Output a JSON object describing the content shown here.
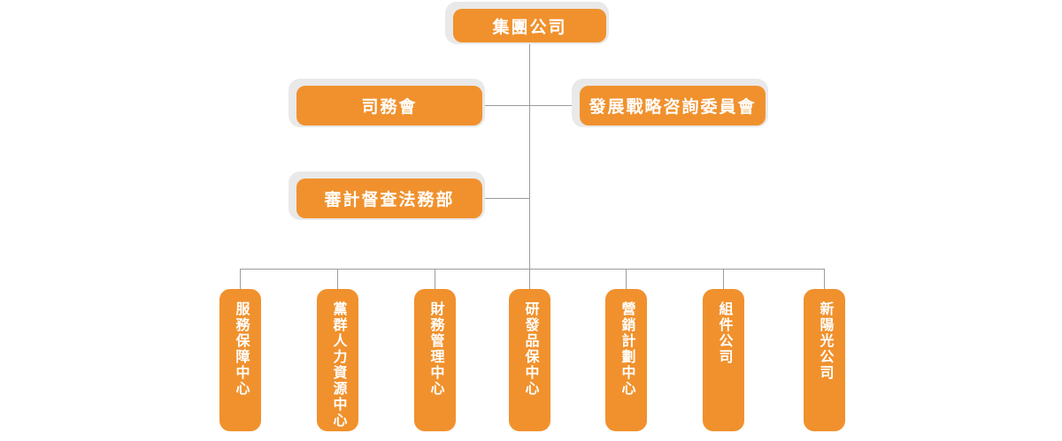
{
  "chart": {
    "type": "org-chart",
    "colors": {
      "node_fill": "#f0912d",
      "node_text": "#ffffff",
      "shadow": "#e9e9e9",
      "connector": "#9c9c9c",
      "background": "#ffffff"
    },
    "nodes": {
      "root": "集團公司",
      "council": "司務會",
      "committee": "發展戰略咨詢委員會",
      "audit": "審計督查法務部",
      "departments": [
        "服務保障中心",
        "黨群人力資源中心",
        "財務管理中心",
        "研發品保中心",
        "營銷計劃中心",
        "組件公司",
        "新陽光公司"
      ]
    },
    "structure": {
      "root_children": [
        "council",
        "committee",
        "audit",
        "departments"
      ]
    }
  }
}
